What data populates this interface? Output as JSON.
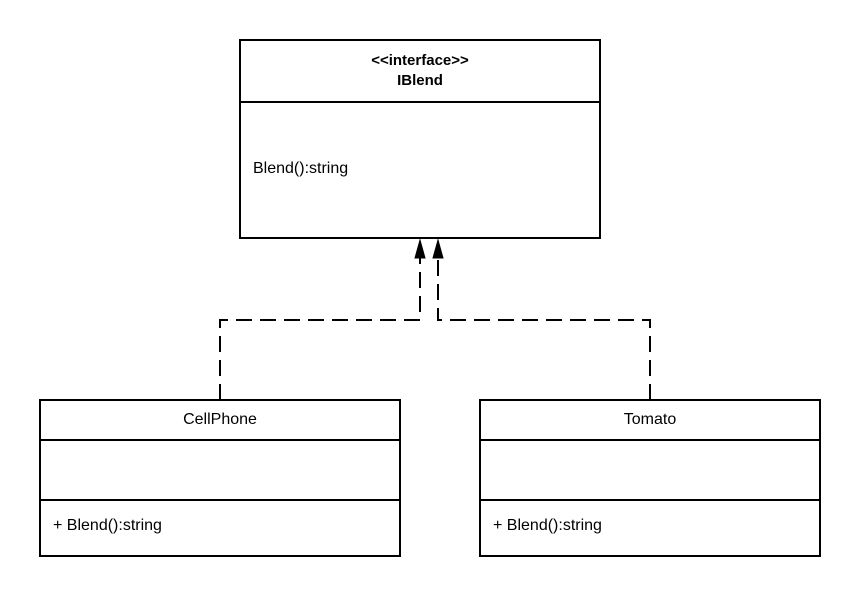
{
  "interface": {
    "stereotype": "<<interface>>",
    "name": "IBlend",
    "methods": [
      "Blend():string"
    ]
  },
  "classes": [
    {
      "name": "CellPhone",
      "attributes": [],
      "methods": [
        "+ Blend():string"
      ]
    },
    {
      "name": "Tomato",
      "attributes": [],
      "methods": [
        "+ Blend():string"
      ]
    }
  ],
  "relationships": [
    {
      "from": "CellPhone",
      "to": "IBlend",
      "type": "realization"
    },
    {
      "from": "Tomato",
      "to": "IBlend",
      "type": "realization"
    }
  ]
}
